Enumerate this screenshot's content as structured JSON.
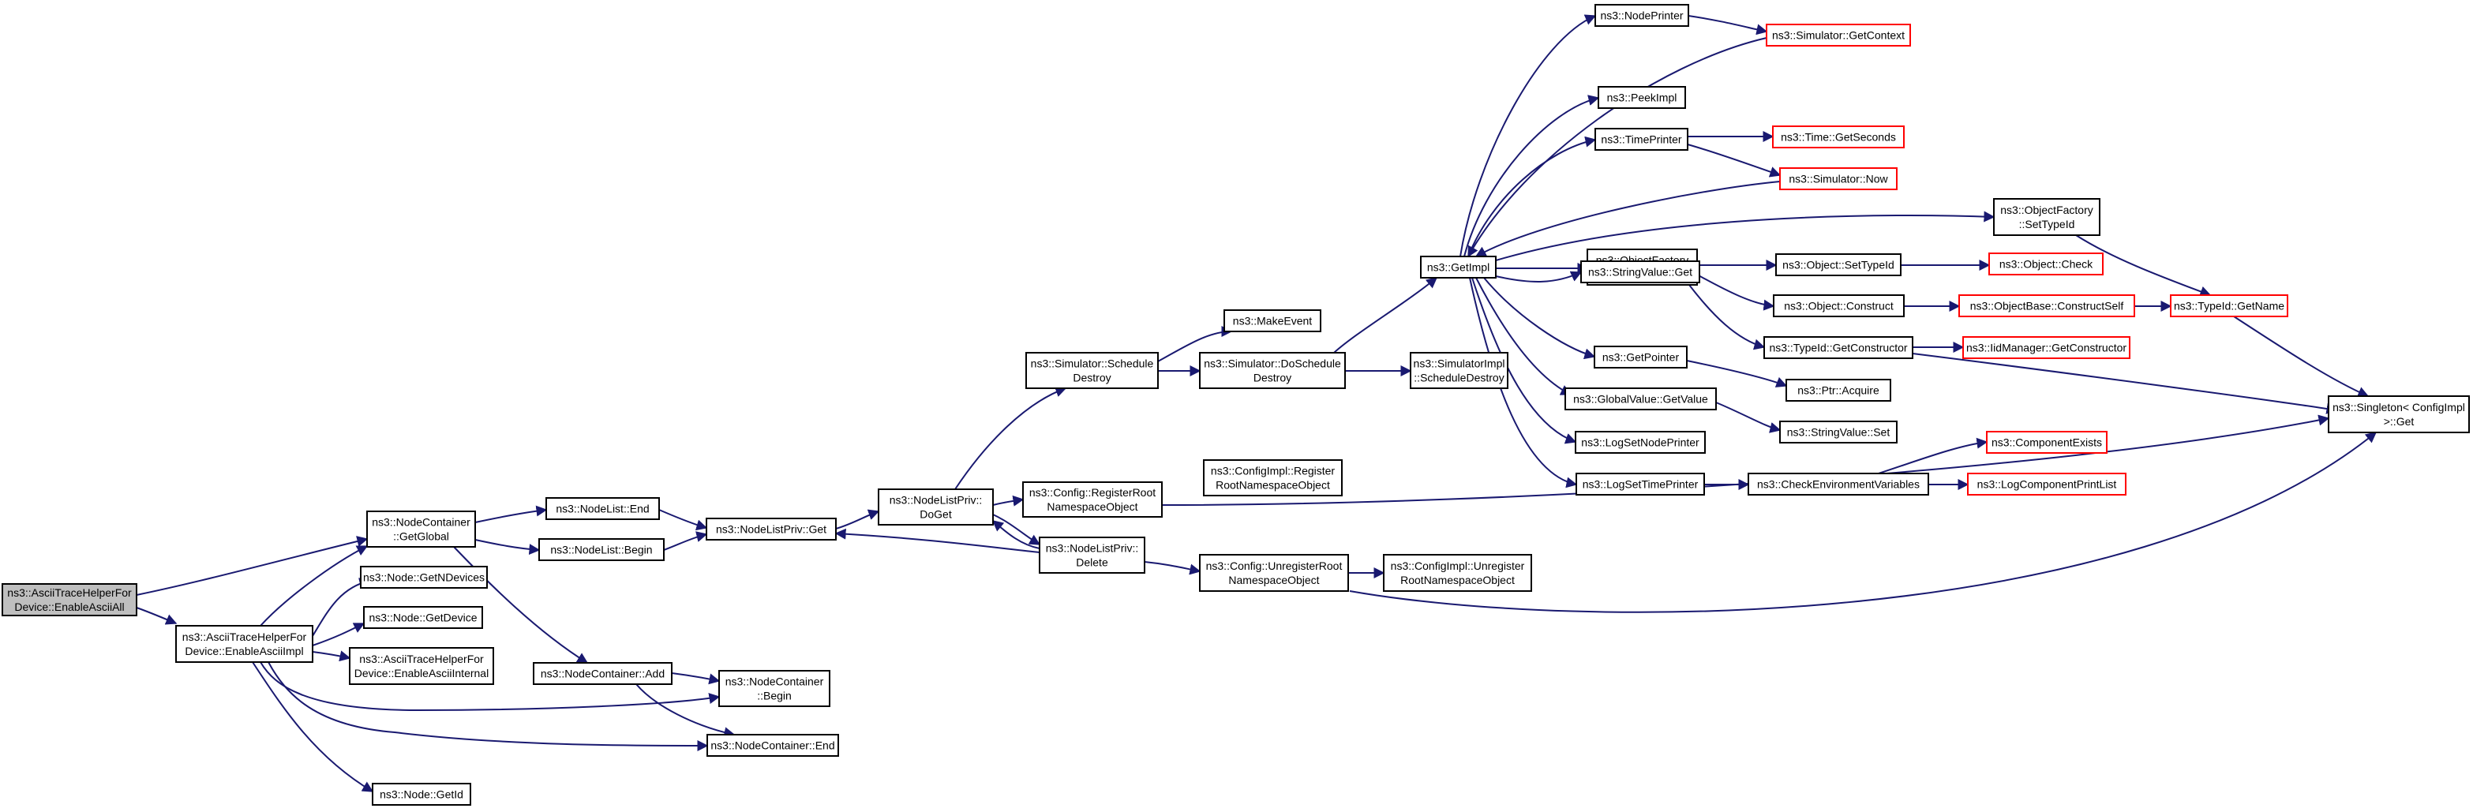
{
  "colors": {
    "edge": "#191970",
    "border_black": "#000000",
    "border_red": "#ff0000",
    "root_fill": "#bfbfbf",
    "node_fill": "#ffffff"
  },
  "nodes": [
    {
      "id": "root",
      "lines": [
        "ns3::AsciiTraceHelperFor",
        "Device::EnableAsciiAll"
      ],
      "style": "root"
    },
    {
      "id": "enableimpl",
      "lines": [
        "ns3::AsciiTraceHelperFor",
        "Device::EnableAsciiImpl"
      ],
      "style": "black"
    },
    {
      "id": "getglobal",
      "lines": [
        "ns3::NodeContainer",
        "::GetGlobal"
      ],
      "style": "black"
    },
    {
      "id": "getndevices",
      "lines": [
        "ns3::Node::GetNDevices"
      ],
      "style": "black"
    },
    {
      "id": "getdevice",
      "lines": [
        "ns3::Node::GetDevice"
      ],
      "style": "black"
    },
    {
      "id": "enableinternal",
      "lines": [
        "ns3::AsciiTraceHelperFor",
        "Device::EnableAsciiInternal"
      ],
      "style": "black"
    },
    {
      "id": "getid",
      "lines": [
        "ns3::Node::GetId"
      ],
      "style": "black"
    },
    {
      "id": "nlend",
      "lines": [
        "ns3::NodeList::End"
      ],
      "style": "black"
    },
    {
      "id": "nlbegin",
      "lines": [
        "ns3::NodeList::Begin"
      ],
      "style": "black"
    },
    {
      "id": "ncadd",
      "lines": [
        "ns3::NodeContainer::Add"
      ],
      "style": "black"
    },
    {
      "id": "ncbegin",
      "lines": [
        "ns3::NodeContainer",
        "::Begin"
      ],
      "style": "black"
    },
    {
      "id": "ncend",
      "lines": [
        "ns3::NodeContainer::End"
      ],
      "style": "black"
    },
    {
      "id": "nlpget",
      "lines": [
        "ns3::NodeListPriv::Get"
      ],
      "style": "black"
    },
    {
      "id": "nlpdoget",
      "lines": [
        "ns3::NodeListPriv::",
        "DoGet"
      ],
      "style": "black"
    },
    {
      "id": "nlpdelete",
      "lines": [
        "ns3::NodeListPriv::",
        "Delete"
      ],
      "style": "black"
    },
    {
      "id": "schedDestroy",
      "lines": [
        "ns3::Simulator::Schedule",
        "Destroy"
      ],
      "style": "black"
    },
    {
      "id": "regroot",
      "lines": [
        "ns3::Config::RegisterRoot",
        "NamespaceObject"
      ],
      "style": "black"
    },
    {
      "id": "unregroot",
      "lines": [
        "ns3::Config::UnregisterRoot",
        "NamespaceObject"
      ],
      "style": "black"
    },
    {
      "id": "makeevent",
      "lines": [
        "ns3::MakeEvent"
      ],
      "style": "black"
    },
    {
      "id": "doschedDestroy",
      "lines": [
        "ns3::Simulator::DoSchedule",
        "Destroy"
      ],
      "style": "black"
    },
    {
      "id": "cfgimplreg",
      "lines": [
        "ns3::ConfigImpl::Register",
        "RootNamespaceObject"
      ],
      "style": "black"
    },
    {
      "id": "cfgimplunreg",
      "lines": [
        "ns3::ConfigImpl::Unregister",
        "RootNamespaceObject"
      ],
      "style": "black"
    },
    {
      "id": "getimpl",
      "lines": [
        "ns3::GetImpl"
      ],
      "style": "black"
    },
    {
      "id": "simimplsched",
      "lines": [
        "ns3::SimulatorImpl",
        "::ScheduleDestroy"
      ],
      "style": "black"
    },
    {
      "id": "nodeprinter",
      "lines": [
        "ns3::NodePrinter"
      ],
      "style": "black"
    },
    {
      "id": "peekimpl",
      "lines": [
        "ns3::PeekImpl"
      ],
      "style": "black"
    },
    {
      "id": "timeprinter",
      "lines": [
        "ns3::TimePrinter"
      ],
      "style": "black"
    },
    {
      "id": "ofcreate",
      "lines": [
        "ns3::ObjectFactory",
        "::Create"
      ],
      "style": "black"
    },
    {
      "id": "strget",
      "lines": [
        "ns3::StringValue::Get"
      ],
      "style": "black"
    },
    {
      "id": "getpointer",
      "lines": [
        "ns3::GetPointer"
      ],
      "style": "black"
    },
    {
      "id": "gvgetvalue",
      "lines": [
        "ns3::GlobalValue::GetValue"
      ],
      "style": "black"
    },
    {
      "id": "logsetnode",
      "lines": [
        "ns3::LogSetNodePrinter"
      ],
      "style": "black"
    },
    {
      "id": "logsettime",
      "lines": [
        "ns3::LogSetTimePrinter"
      ],
      "style": "black"
    },
    {
      "id": "simgetctx",
      "lines": [
        "ns3::Simulator::GetContext"
      ],
      "style": "red"
    },
    {
      "id": "timegetsec",
      "lines": [
        "ns3::Time::GetSeconds"
      ],
      "style": "red"
    },
    {
      "id": "simnow",
      "lines": [
        "ns3::Simulator::Now"
      ],
      "style": "red"
    },
    {
      "id": "ofsettypeid",
      "lines": [
        "ns3::ObjectFactory",
        "::SetTypeId"
      ],
      "style": "black"
    },
    {
      "id": "objsettypeid",
      "lines": [
        "ns3::Object::SetTypeId"
      ],
      "style": "black"
    },
    {
      "id": "objconstruct",
      "lines": [
        "ns3::Object::Construct"
      ],
      "style": "black"
    },
    {
      "id": "typeidgetctor",
      "lines": [
        "ns3::TypeId::GetConstructor"
      ],
      "style": "black"
    },
    {
      "id": "ptracquire",
      "lines": [
        "ns3::Ptr::Acquire"
      ],
      "style": "black"
    },
    {
      "id": "strset",
      "lines": [
        "ns3::StringValue::Set"
      ],
      "style": "black"
    },
    {
      "id": "checkenv",
      "lines": [
        "ns3::CheckEnvironmentVariables"
      ],
      "style": "black"
    },
    {
      "id": "objcheck",
      "lines": [
        "ns3::Object::Check"
      ],
      "style": "red"
    },
    {
      "id": "objbaseconstruct",
      "lines": [
        "ns3::ObjectBase::ConstructSelf"
      ],
      "style": "red"
    },
    {
      "id": "iidmgrgetctor",
      "lines": [
        "ns3::IidManager::GetConstructor"
      ],
      "style": "red"
    },
    {
      "id": "compexists",
      "lines": [
        "ns3::ComponentExists"
      ],
      "style": "red"
    },
    {
      "id": "logcompprint",
      "lines": [
        "ns3::LogComponentPrintList"
      ],
      "style": "red"
    },
    {
      "id": "typeidgetname",
      "lines": [
        "ns3::TypeId::GetName"
      ],
      "style": "red"
    },
    {
      "id": "singleton",
      "lines": [
        "ns3::Singleton< ConfigImpl",
        " >::Get"
      ],
      "style": "black"
    }
  ]
}
